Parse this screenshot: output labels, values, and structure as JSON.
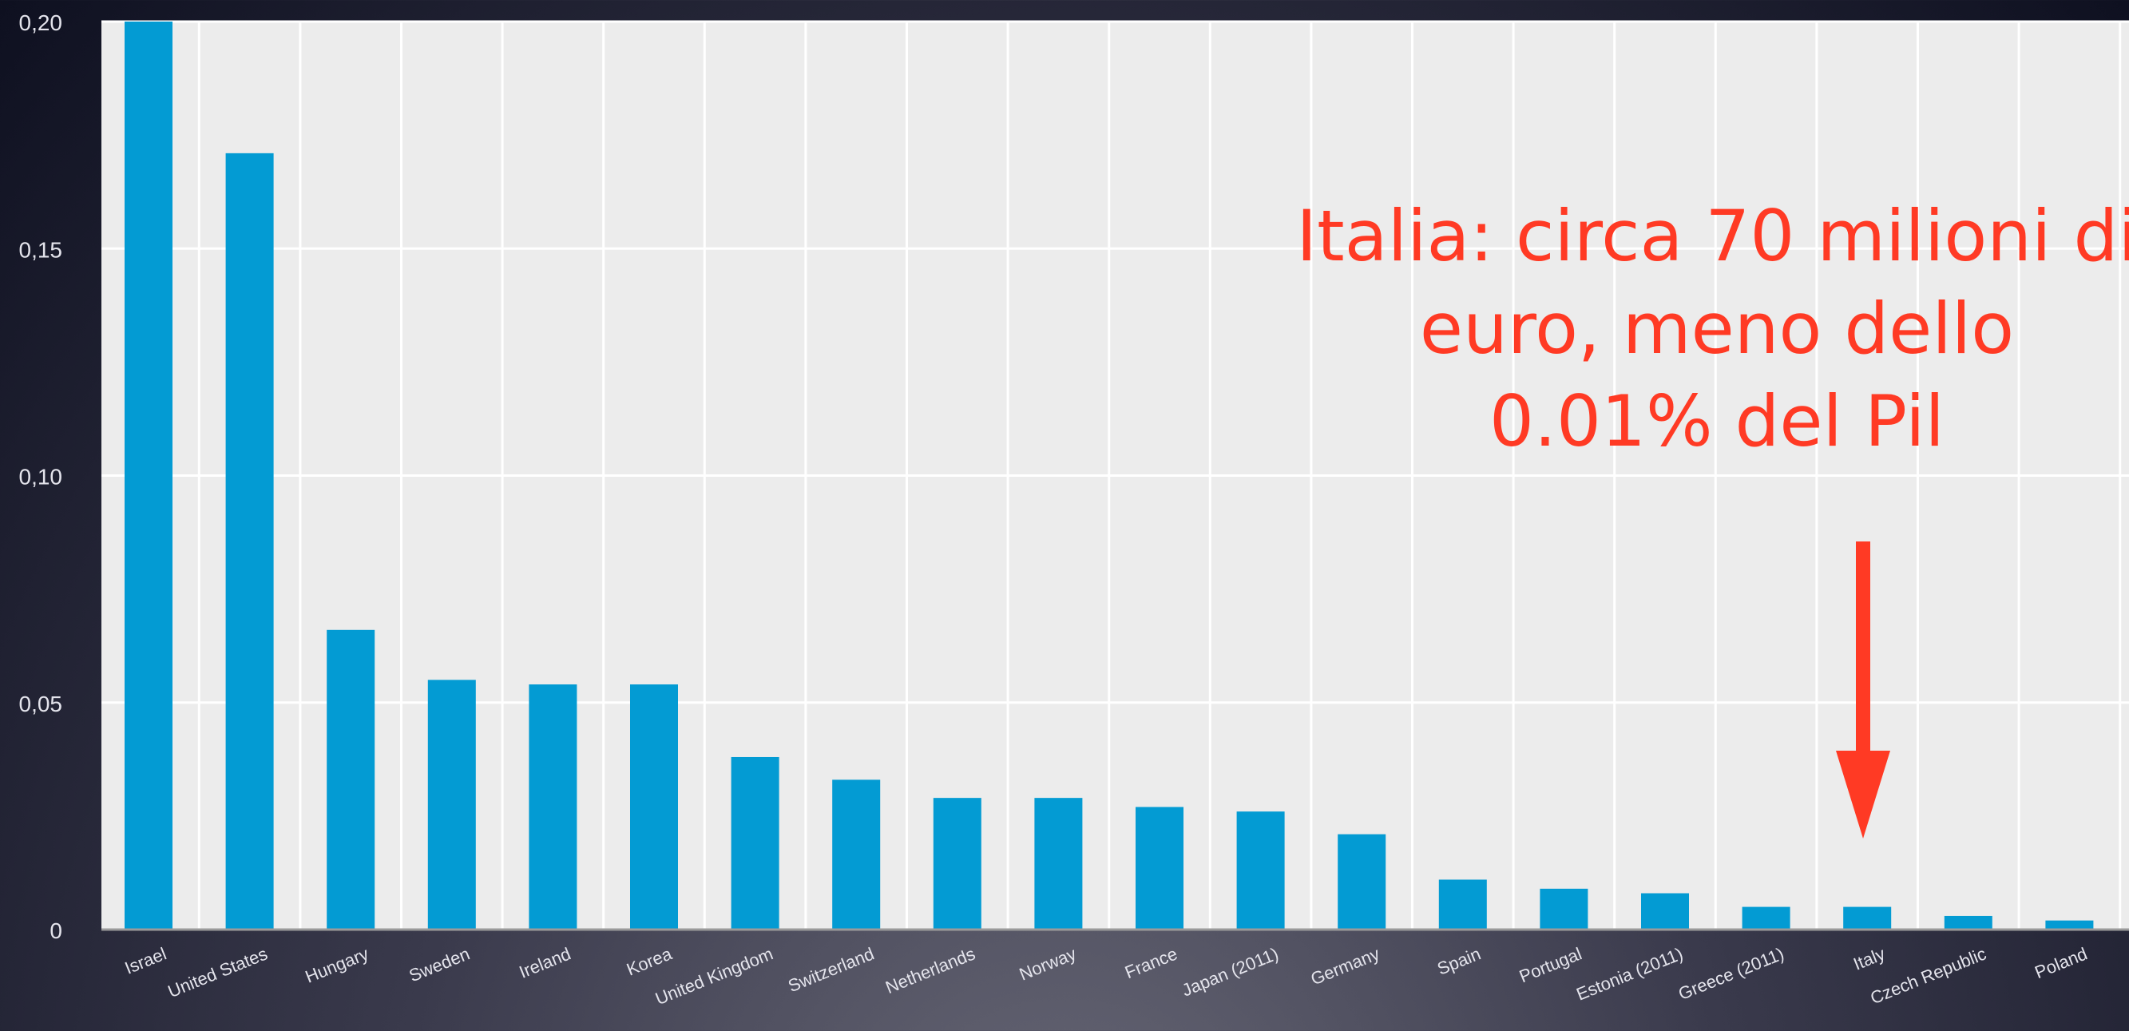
{
  "chart_data": {
    "type": "bar",
    "title": "",
    "xlabel": "",
    "ylabel": "",
    "categories": [
      "Israel",
      "United States",
      "Hungary",
      "Sweden",
      "Ireland",
      "Korea",
      "United Kingdom",
      "Switzerland",
      "Netherlands",
      "Norway",
      "France",
      "Japan (2011)",
      "Germany",
      "Spain",
      "Portugal",
      "Estonia (2011)",
      "Greece (2011)",
      "Italy",
      "Czech Republic",
      "Poland"
    ],
    "values": [
      0.201,
      0.171,
      0.066,
      0.055,
      0.054,
      0.054,
      0.038,
      0.033,
      0.029,
      0.029,
      0.027,
      0.026,
      0.021,
      0.011,
      0.009,
      0.008,
      0.005,
      0.005,
      0.003,
      0.002
    ],
    "ylim": [
      0,
      0.2
    ],
    "yticks": [
      0,
      0.05,
      0.1,
      0.15,
      0.2
    ],
    "ytick_labels": [
      "0",
      "0,05",
      "0,10",
      "0,15",
      "0,20"
    ],
    "grid": true,
    "bar_color": "#039bd3",
    "plot_background": "#ececec",
    "annotation": {
      "lines": [
        "Italia: circa 70 milioni di",
        "euro, meno dello",
        "0.01% del Pil"
      ],
      "target_category": "Italy",
      "color": "#ff3a24"
    }
  }
}
